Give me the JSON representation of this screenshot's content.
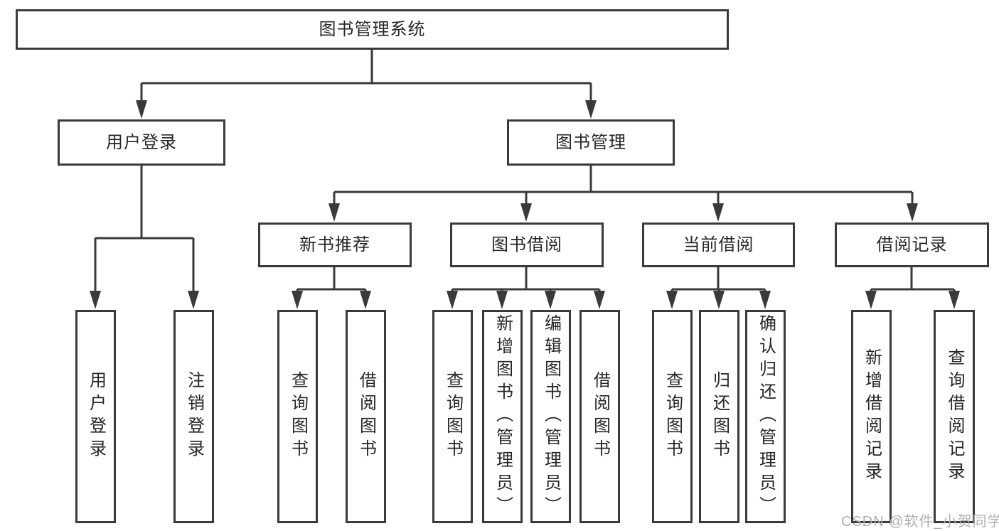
{
  "diagram": {
    "type": "hierarchy",
    "tree": {
      "label": "图书管理系统",
      "children": [
        {
          "label": "用户登录",
          "children": [
            {
              "label": "用户登录"
            },
            {
              "label": "注销登录"
            }
          ]
        },
        {
          "label": "图书管理",
          "children": [
            {
              "label": "新书推荐",
              "children": [
                {
                  "label": "查询图书"
                },
                {
                  "label": "借阅图书"
                }
              ]
            },
            {
              "label": "图书借阅",
              "children": [
                {
                  "label": "查询图书"
                },
                {
                  "label": "新增图书（管理员）"
                },
                {
                  "label": "编辑图书（管理员）"
                },
                {
                  "label": "借阅图书"
                }
              ]
            },
            {
              "label": "当前借阅",
              "children": [
                {
                  "label": "查询图书"
                },
                {
                  "label": "归还图书"
                },
                {
                  "label": "确认归还（管理员）"
                }
              ]
            },
            {
              "label": "借阅记录",
              "children": [
                {
                  "label": "新增借阅记录"
                },
                {
                  "label": "查询借阅记录"
                }
              ]
            }
          ]
        }
      ]
    }
  },
  "watermark": "CSDN @软件_小贺同学",
  "colors": {
    "border": "#3a3a3a",
    "line": "#3a3a3a",
    "text": "#262626",
    "background": "#ffffff",
    "watermark": "#aeb0b2"
  }
}
